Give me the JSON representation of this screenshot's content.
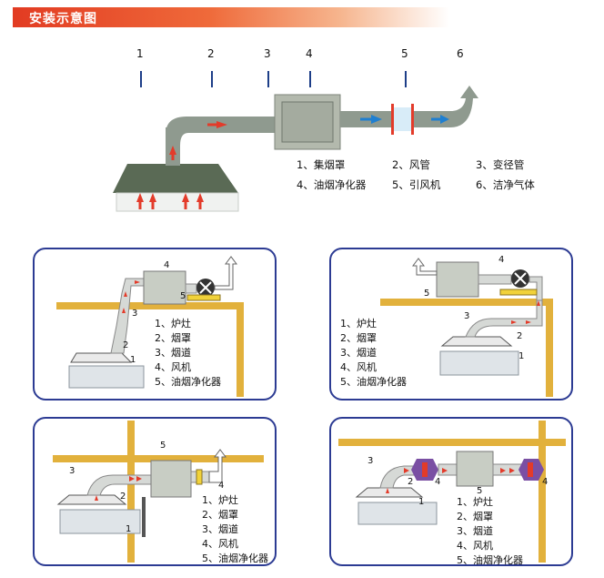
{
  "banner": {
    "title": "安装示意图"
  },
  "top": {
    "numbers": [
      "1",
      "2",
      "3",
      "4",
      "5",
      "6"
    ],
    "legend": [
      [
        "1、集烟罩",
        "2、风管",
        "3、变径管"
      ],
      [
        "4、油烟净化器",
        "5、引风机",
        "6、洁净气体"
      ]
    ]
  },
  "panels": [
    {
      "legend": [
        "1、炉灶",
        "2、烟罩",
        "3、烟道",
        "4、风机",
        "5、油烟净化器"
      ],
      "labels": [
        "1",
        "2",
        "3",
        "4",
        "5"
      ]
    },
    {
      "legend": [
        "1、炉灶",
        "2、烟罩",
        "3、烟道",
        "4、风机",
        "5、油烟净化器"
      ],
      "labels": [
        "1",
        "2",
        "3",
        "4",
        "5"
      ]
    },
    {
      "legend": [
        "1、炉灶",
        "2、烟罩",
        "3、烟道",
        "4、风机",
        "5、油烟净化器"
      ],
      "labels": [
        "1",
        "2",
        "3",
        "4",
        "5"
      ]
    },
    {
      "legend": [
        "1、炉灶",
        "2、烟罩",
        "3、烟道",
        "4、风机",
        "5、油烟净化器"
      ],
      "labels": [
        "1",
        "2",
        "3",
        "4",
        "4",
        "5"
      ]
    }
  ],
  "colors": {
    "accent": "#e23b22",
    "frame": "#2c3b93",
    "wall": "#e2b13c",
    "duct": "#9aa49a",
    "arrow": "#e33b2a",
    "fan_purple": "#7a4fa3"
  }
}
